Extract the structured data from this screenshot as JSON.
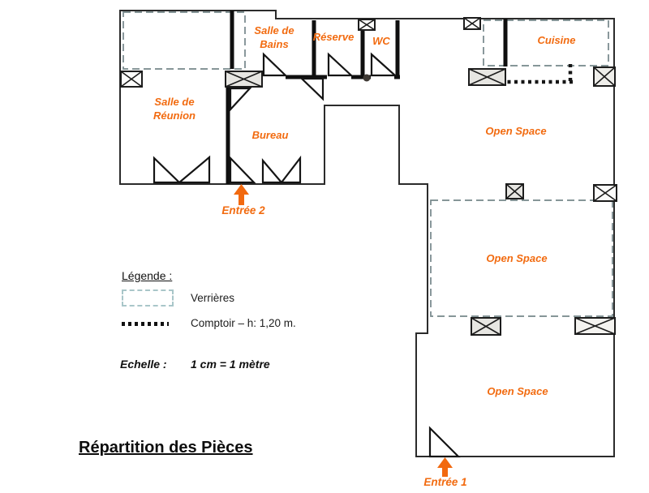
{
  "page": {
    "background": "#ffffff"
  },
  "title": {
    "text": "Répartition des Pièces"
  },
  "legend": {
    "heading": "Légende :",
    "items": [
      {
        "symbol": "verriere-dashed-rect",
        "label": "Verrières"
      },
      {
        "symbol": "comptoir-dotted-line",
        "label": "Comptoir – h: 1,20 m."
      }
    ]
  },
  "scale": {
    "heading": "Echelle :",
    "value": "1 cm = 1 mètre"
  },
  "rooms": {
    "salle_de_reunion": {
      "label_line1": "Salle de",
      "label_line2": "Réunion"
    },
    "salle_de_bains": {
      "label_line1": "Salle de",
      "label_line2": "Bains"
    },
    "reserve": {
      "label": "Réserve"
    },
    "wc": {
      "label": "WC"
    },
    "cuisine": {
      "label": "Cuisine"
    },
    "bureau": {
      "label": "Bureau"
    },
    "open_space_top": {
      "label": "Open Space"
    },
    "open_space_middle": {
      "label": "Open Space"
    },
    "open_space_bottom": {
      "label": "Open Space"
    }
  },
  "entrances": {
    "entree_1": {
      "label": "Entrée 1"
    },
    "entree_2": {
      "label": "Entrée 2"
    }
  },
  "colors": {
    "label_orange": "#f26b10",
    "arrow_orange": "#f2690f",
    "wall_black": "#1a1a1a",
    "plan_dash_gray": "#75878a",
    "legend_dash_teal": "#a9c6c9"
  },
  "symbols": {
    "column_box": "x-crossed-rectangle-column-icon",
    "door_swing": "door-swing-triangle-icon",
    "entrance_arrow": "orange-up-arrow-icon"
  }
}
